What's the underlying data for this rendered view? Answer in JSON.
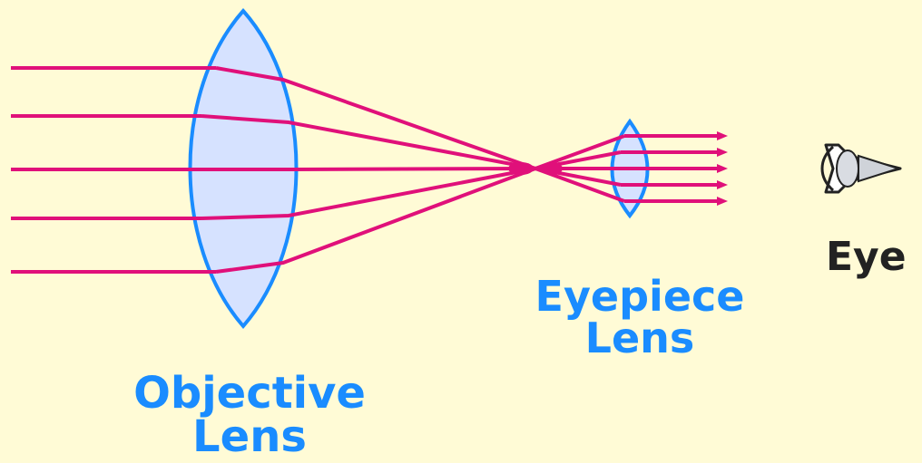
{
  "diagram": {
    "objective": {
      "line1": "Objective",
      "line2": "Lens"
    },
    "eyepiece": {
      "line1": "Eyepiece",
      "line2": "Lens"
    },
    "eye": {
      "label": "Eye"
    },
    "colors": {
      "background": "#fffbd6",
      "ray": "#e0107a",
      "lens_fill": "#d6e2ff",
      "lens_stroke": "#1a8cff",
      "label_blue": "#1a8cff",
      "label_dark": "#222222"
    },
    "icons": [
      "eye-icon",
      "arrowhead-icon"
    ]
  }
}
